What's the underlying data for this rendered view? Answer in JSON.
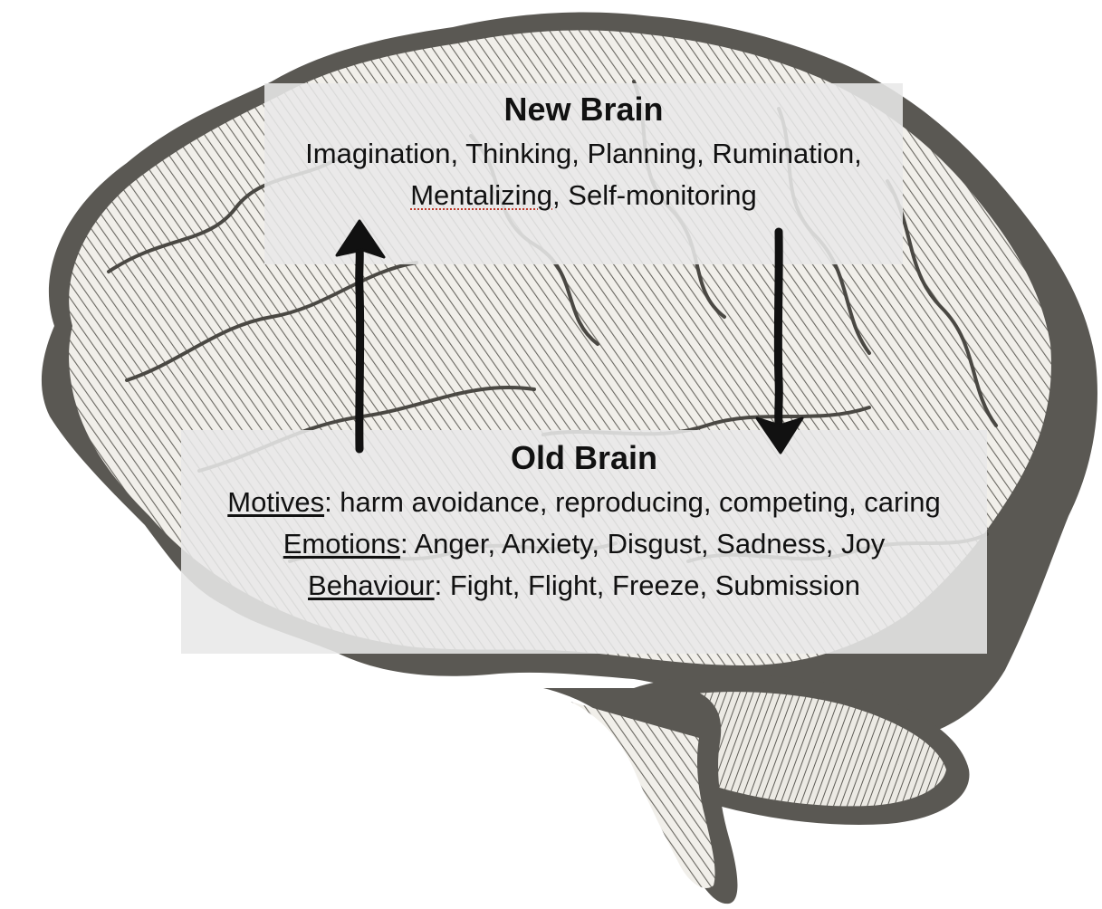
{
  "new_brain": {
    "title": "New Brain",
    "line1": "Imagination, Thinking, Planning, Rumination,",
    "line2_word": "Mentalizing",
    "line2_rest": ", Self-monitoring"
  },
  "old_brain": {
    "title": "Old Brain",
    "motives_label": "Motives",
    "motives_text": ": harm avoidance, reproducing, competing, caring",
    "emotions_label": "Emotions",
    "emotions_text": ": Anger, Anxiety, Disgust, Sadness, Joy",
    "behaviour_label": "Behaviour",
    "behaviour_text": ": Fight, Flight, Freeze, Submission"
  },
  "colors": {
    "brain_fill": "#5a5853",
    "brain_light": "#f4f2ee",
    "box_fill": "#e8e8e8",
    "arrow": "#111111"
  }
}
